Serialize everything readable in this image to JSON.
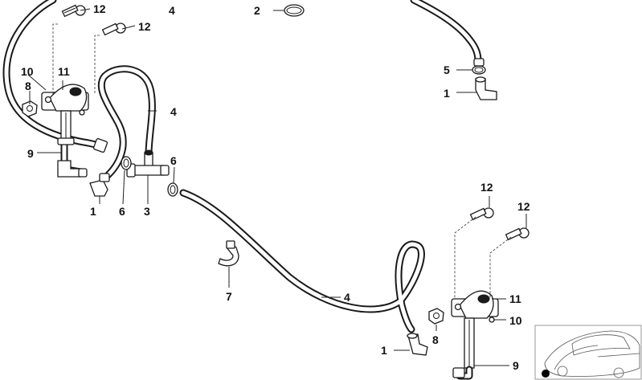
{
  "labels": {
    "p1a": "1",
    "p1b": "1",
    "p1c": "1",
    "p2": "2",
    "p3": "3",
    "p4a": "4",
    "p4b": "4",
    "p4c": "4",
    "p5": "5",
    "p6a": "6",
    "p6b": "6",
    "p7": "7",
    "p8a": "8",
    "p8b": "8",
    "p9a": "9",
    "p9b": "9",
    "p10a": "10",
    "p10b": "10",
    "p11a": "11",
    "p11b": "11",
    "p12a": "12",
    "p12b": "12",
    "p12c": "12",
    "p12d": "12"
  },
  "colors": {
    "line": "#1a1a1a",
    "background": "#ffffff",
    "thumbnail_frame": "#999999"
  },
  "icons": {
    "thumbnail": "car-outline-icon"
  }
}
